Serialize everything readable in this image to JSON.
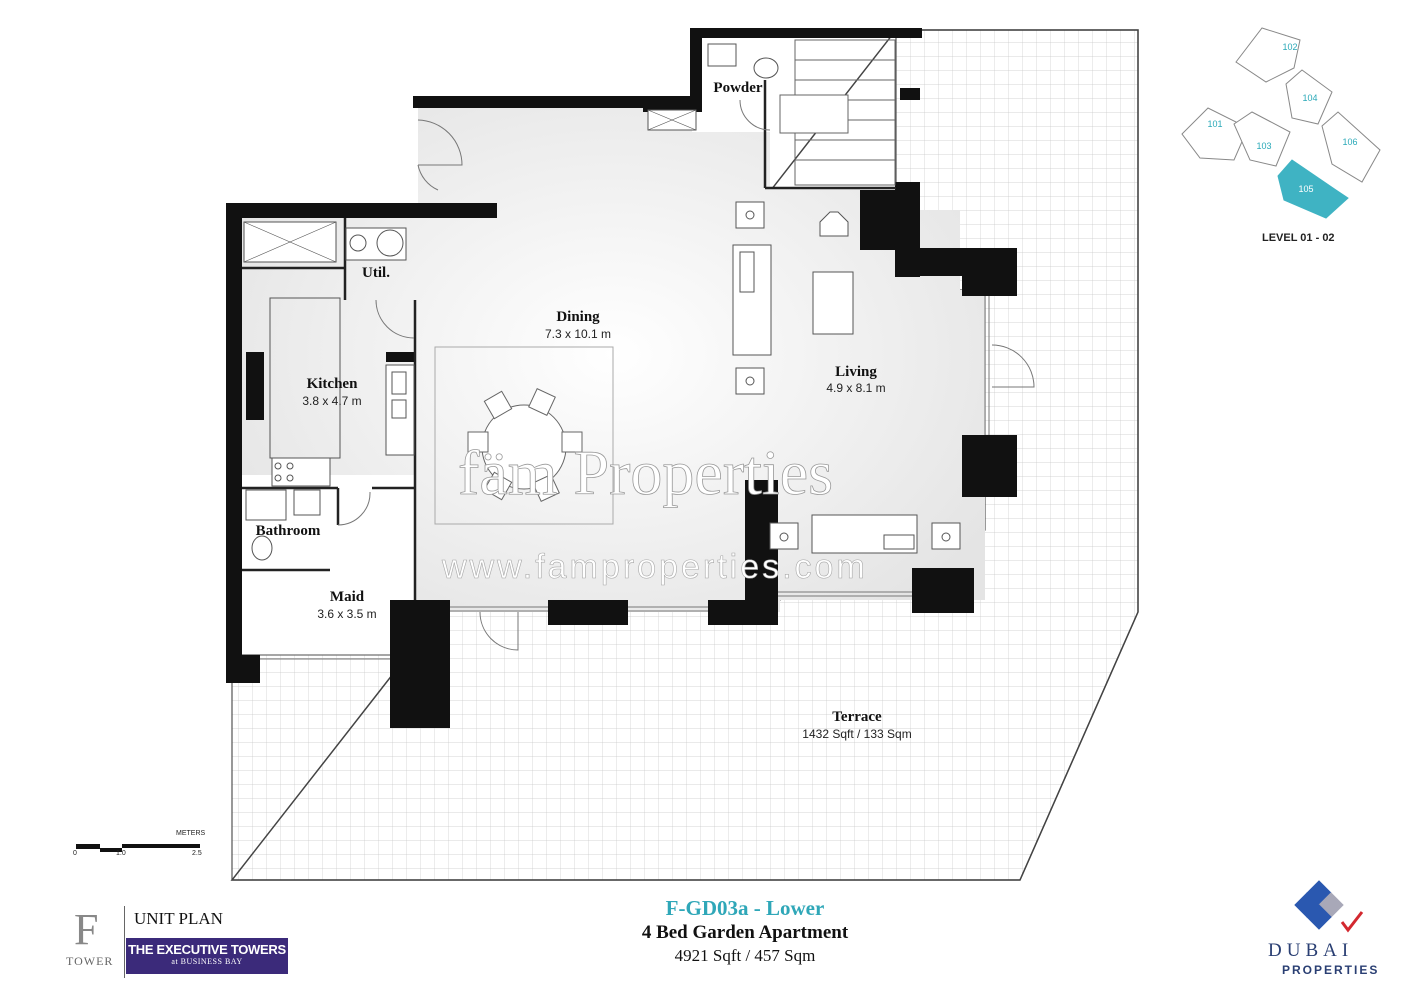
{
  "rooms": {
    "dining": {
      "name": "Dining",
      "dims": "7.3 x 10.1 m"
    },
    "living": {
      "name": "Living",
      "dims": "4.9 x 8.1 m"
    },
    "kitchen": {
      "name": "Kitchen",
      "dims": "3.8 x 4.7 m"
    },
    "maid": {
      "name": "Maid",
      "dims": "3.6 x 3.5 m"
    },
    "terrace": {
      "name": "Terrace",
      "dims": "1432 Sqft / 133 Sqm"
    },
    "powder": {
      "name": "Powder"
    },
    "util": {
      "name": "Util."
    },
    "bathroom": {
      "name": "Bathroom"
    }
  },
  "watermark": {
    "brand": "fäm Properties",
    "url": "www.famproperties.com"
  },
  "key_plan": {
    "units": [
      "101",
      "102",
      "103",
      "104",
      "105",
      "106"
    ],
    "highlighted": "105",
    "level": "LEVEL 01 - 02",
    "highlight_color": "#3fb3c3"
  },
  "scale_bar": {
    "unit": "METERS",
    "ticks": [
      "0",
      "1.0",
      "2.5"
    ]
  },
  "footer": {
    "tower_letter": "F",
    "tower_word": "TOWER",
    "unit_plan": "UNIT PLAN",
    "project_name": "THE EXECUTIVE TOWERS",
    "project_sub": "at BUSINESS BAY",
    "unit_code": "F-GD03a - Lower",
    "unit_type": "4 Bed Garden Apartment",
    "unit_size": "4921 Sqft / 457 Sqm",
    "developer_word": "DUBAI",
    "developer_sub": "PROPERTIES"
  },
  "colors": {
    "wall": "#111111",
    "accent": "#2fa7b8",
    "badge": "#3b2a7a",
    "developer": "#2a3f73"
  }
}
